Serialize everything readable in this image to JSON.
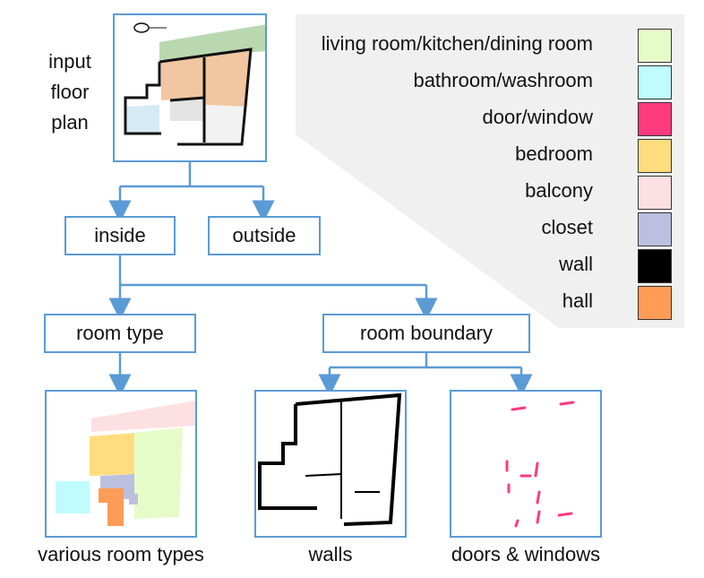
{
  "input_label": [
    "input",
    "floor",
    "plan"
  ],
  "legend": [
    {
      "label": "living room/kitchen/dining room",
      "color": "#e6fcc8"
    },
    {
      "label": "bathroom/washroom",
      "color": "#c0fbfd"
    },
    {
      "label": "door/window",
      "color": "#ff3a7d"
    },
    {
      "label": "bedroom",
      "color": "#ffdd7f"
    },
    {
      "label": "balcony",
      "color": "#fde0e2"
    },
    {
      "label": "closet",
      "color": "#bcbfdf"
    },
    {
      "label": "wall",
      "color": "#000000"
    },
    {
      "label": "hall",
      "color": "#ff9c57"
    }
  ],
  "nodes": {
    "inside": "inside",
    "outside": "outside",
    "room_type": "room type",
    "room_boundary": "room boundary"
  },
  "captions": {
    "room_types": "various room types",
    "walls": "walls",
    "doors_windows": "doors & windows"
  },
  "colors": {
    "connector": "#5b9bd5",
    "legend_panel": "#f0f0f0"
  }
}
